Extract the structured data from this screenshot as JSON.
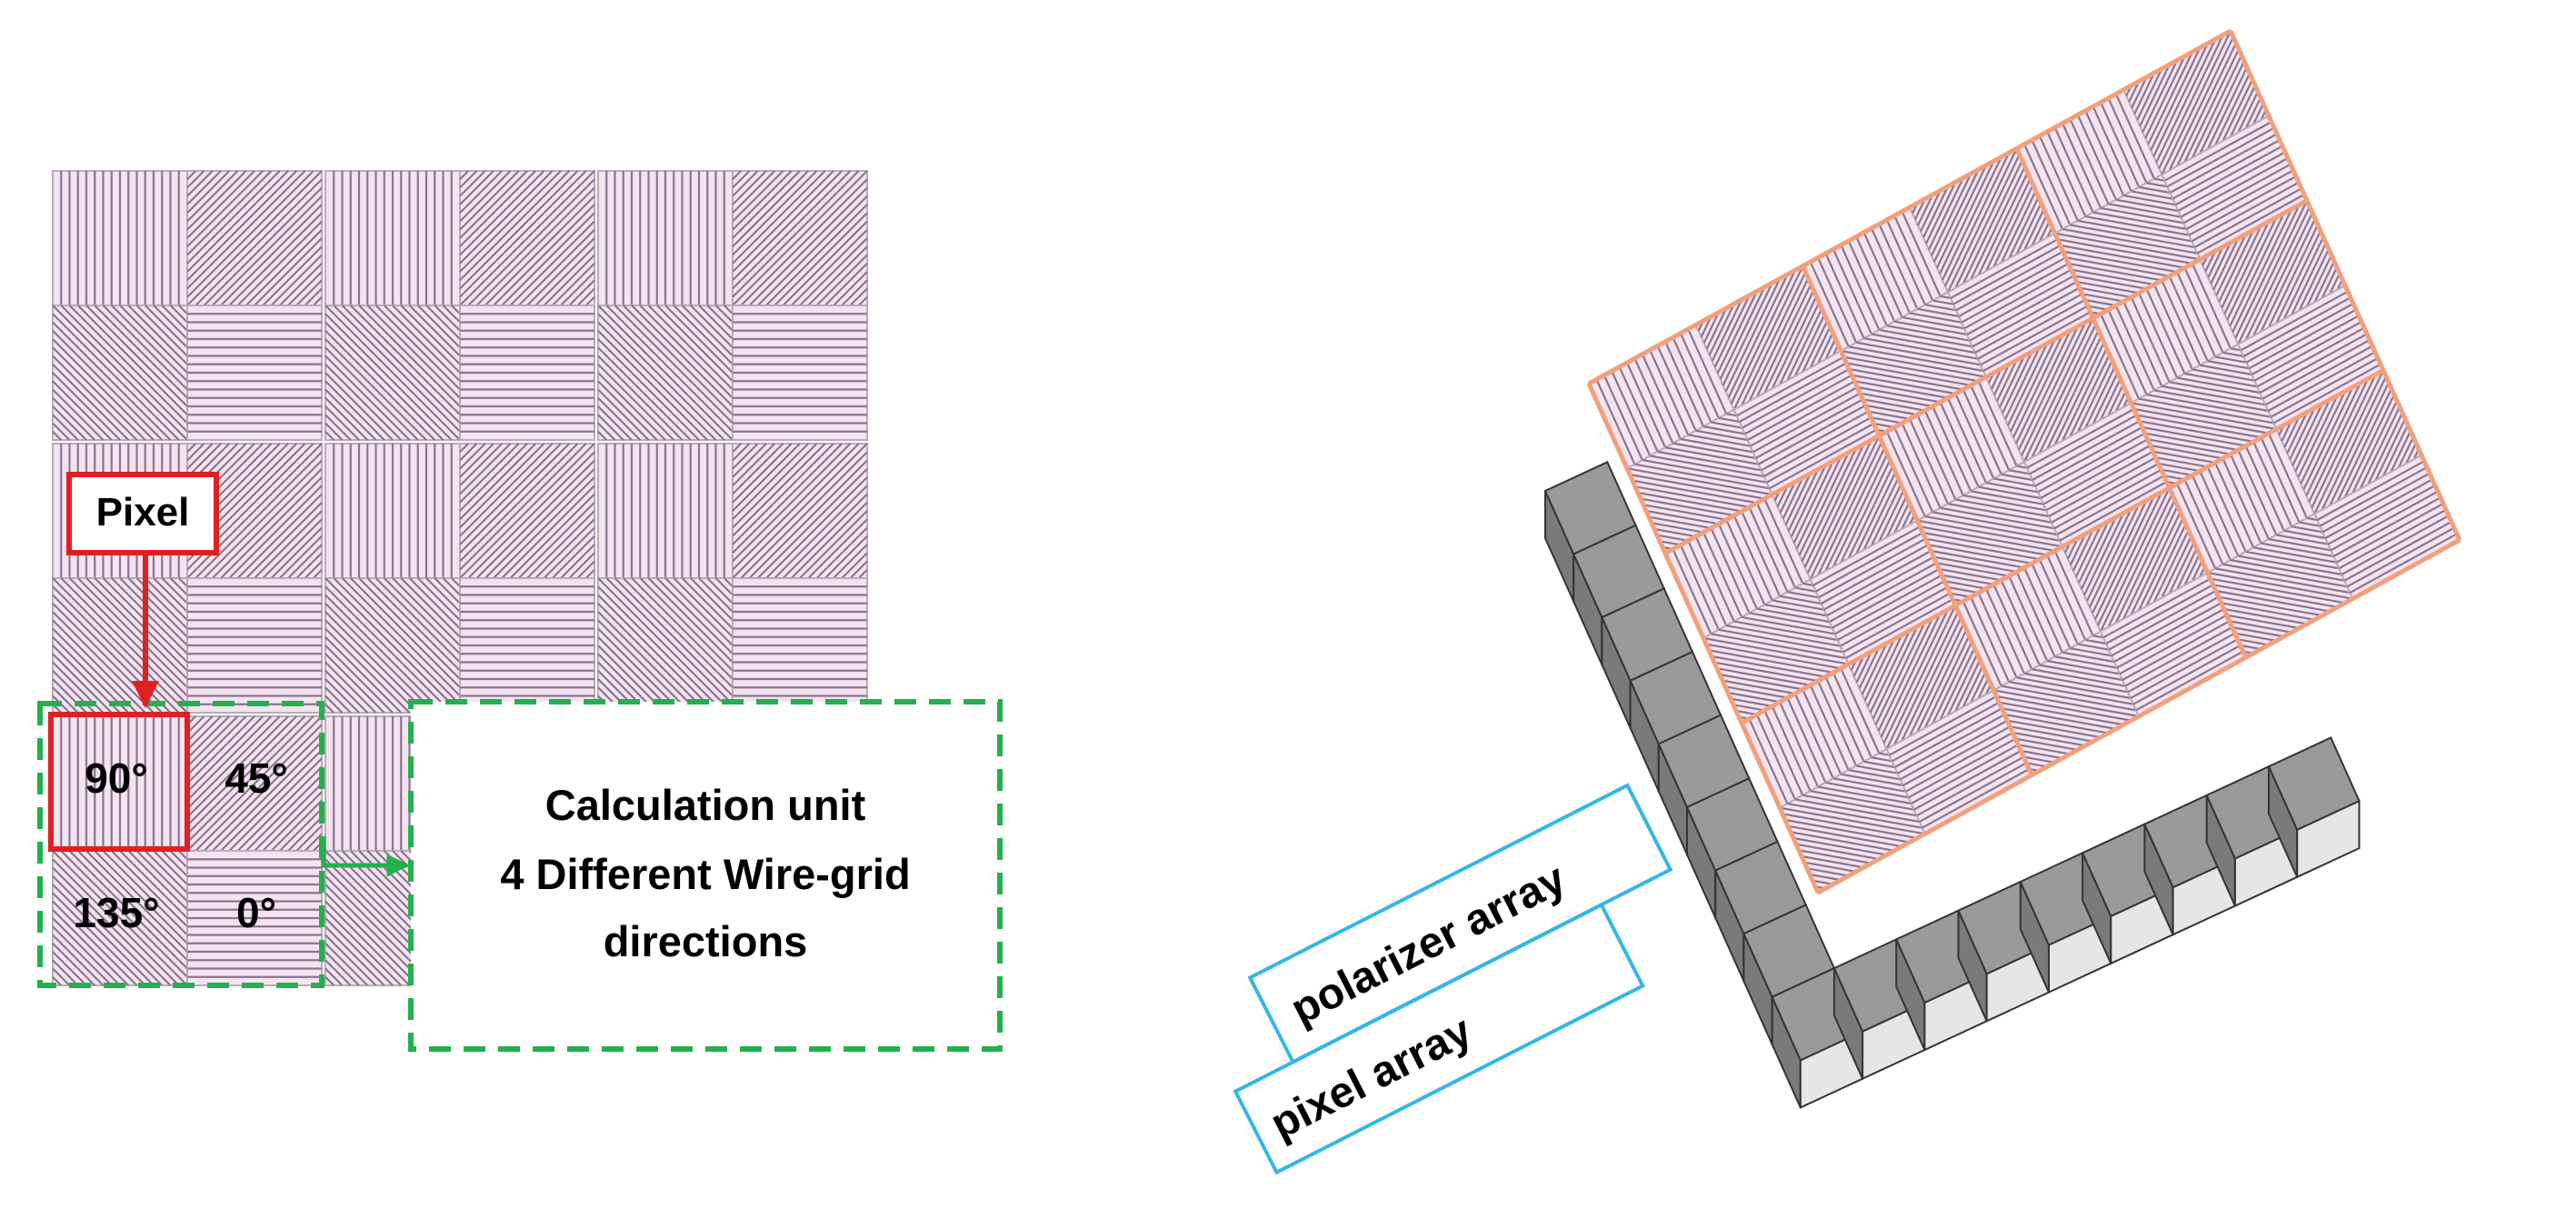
{
  "left_diagram": {
    "pixel_label": "Pixel",
    "unit_angles": [
      "90°",
      "45°",
      "135°",
      "0°"
    ],
    "calc_unit_lines": [
      "Calculation unit",
      "4 Different Wire-grid",
      "directions"
    ],
    "grid_angle_pattern": [
      [
        90,
        45
      ],
      [
        135,
        0
      ]
    ],
    "colors": {
      "tile_fill": "#f4e4f0",
      "wire": "#8a7590",
      "tile_border": "#b9acb9",
      "pixel_box": "#e02020",
      "unit_box": "#22b14c"
    }
  },
  "right_diagram": {
    "label_polarizer": "polarizer array",
    "label_pixel": "pixel array",
    "colors": {
      "polarizer_border": "#f2a07b",
      "label_border": "#34b6e6",
      "pixel_top": "#9a9a9a",
      "pixel_side_dark": "#7a7a7a",
      "pixel_side_light": "#e6e6e6"
    }
  }
}
